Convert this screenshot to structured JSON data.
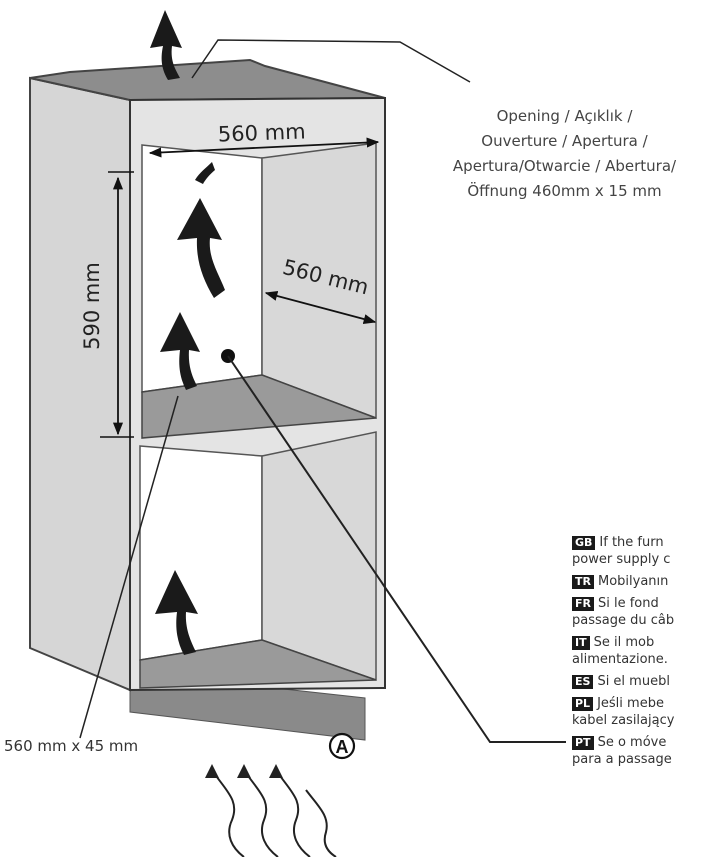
{
  "dimensions": {
    "width_top": "560 mm",
    "depth": "560 mm",
    "height": "590 mm",
    "bottom_opening": "560 mm x 45 mm"
  },
  "opening_label": [
    "Opening / Açıklık /",
    "Ouverture / Apertura /",
    "Apertura/Otwarcie / Abertura/",
    "Öffnung 460mm x 15 mm"
  ],
  "callout_letter": "A",
  "notes": [
    {
      "code": "GB",
      "line1": "If the furn",
      "line2": "power supply c"
    },
    {
      "code": "TR",
      "line1": "Mobilyanın",
      "line2": ""
    },
    {
      "code": "FR",
      "line1": "Si le fond",
      "line2": "passage du câb"
    },
    {
      "code": "IT",
      "line1": "Se il mob",
      "line2": "alimentazione."
    },
    {
      "code": "ES",
      "line1": "Si el muebl",
      "line2": ""
    },
    {
      "code": "PL",
      "line1": "Jeśli mebe",
      "line2": "kabel zasilający"
    },
    {
      "code": "PT",
      "line1": "Se o móve",
      "line2": "para a passage"
    }
  ]
}
